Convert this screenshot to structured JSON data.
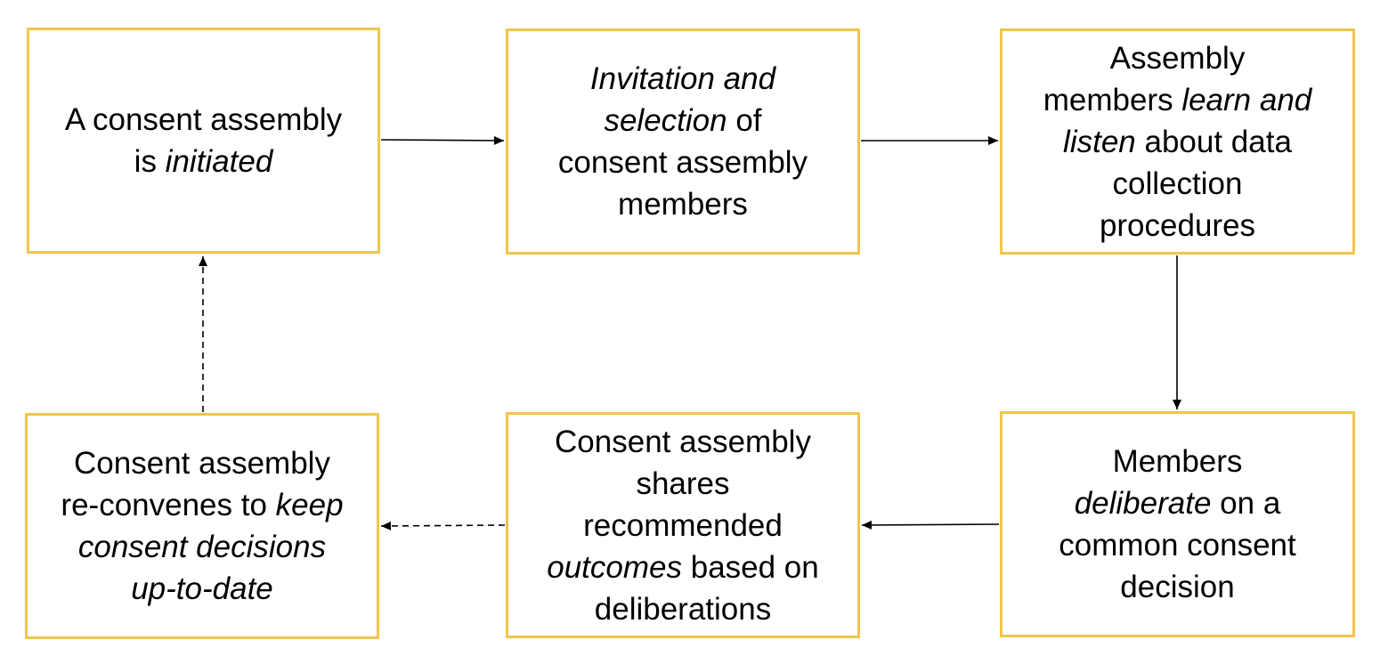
{
  "diagram": {
    "colors": {
      "box_border": "#f2c54b",
      "text": "#000000",
      "arrow": "#000000"
    },
    "boxes": [
      {
        "id": "initiated",
        "lines": [
          [
            {
              "t": "A consent assembly",
              "i": false
            }
          ],
          [
            {
              "t": "is ",
              "i": false
            },
            {
              "t": "initiated",
              "i": true
            }
          ]
        ]
      },
      {
        "id": "invitation",
        "lines": [
          [
            {
              "t": "Invitation and",
              "i": true
            }
          ],
          [
            {
              "t": "selection",
              "i": true
            },
            {
              "t": " of",
              "i": false
            }
          ],
          [
            {
              "t": "consent assembly",
              "i": false
            }
          ],
          [
            {
              "t": "members",
              "i": false
            }
          ]
        ]
      },
      {
        "id": "learn-listen",
        "lines": [
          [
            {
              "t": "Assembly",
              "i": false
            }
          ],
          [
            {
              "t": "members ",
              "i": false
            },
            {
              "t": "learn and",
              "i": true
            }
          ],
          [
            {
              "t": "listen",
              "i": true
            },
            {
              "t": " about data",
              "i": false
            }
          ],
          [
            {
              "t": "collection",
              "i": false
            }
          ],
          [
            {
              "t": "procedures",
              "i": false
            }
          ]
        ]
      },
      {
        "id": "deliberate",
        "lines": [
          [
            {
              "t": "Members",
              "i": false
            }
          ],
          [
            {
              "t": "deliberate",
              "i": true
            },
            {
              "t": " on a",
              "i": false
            }
          ],
          [
            {
              "t": "common consent",
              "i": false
            }
          ],
          [
            {
              "t": "decision",
              "i": false
            }
          ]
        ]
      },
      {
        "id": "outcomes",
        "lines": [
          [
            {
              "t": "Consent assembly",
              "i": false
            }
          ],
          [
            {
              "t": "shares",
              "i": false
            }
          ],
          [
            {
              "t": "recommended",
              "i": false
            }
          ],
          [
            {
              "t": "outcomes",
              "i": true
            },
            {
              "t": " based on",
              "i": false
            }
          ],
          [
            {
              "t": "deliberations",
              "i": false
            }
          ]
        ]
      },
      {
        "id": "reconvene",
        "lines": [
          [
            {
              "t": "Consent assembly",
              "i": false
            }
          ],
          [
            {
              "t": "re-convenes to ",
              "i": false
            },
            {
              "t": "keep",
              "i": true
            }
          ],
          [
            {
              "t": "consent decisions",
              "i": true
            }
          ],
          [
            {
              "t": "up-to-date",
              "i": true
            }
          ]
        ]
      }
    ],
    "arrows": [
      {
        "from": "initiated",
        "to": "invitation",
        "style": "solid"
      },
      {
        "from": "invitation",
        "to": "learn-listen",
        "style": "solid"
      },
      {
        "from": "learn-listen",
        "to": "deliberate",
        "style": "solid"
      },
      {
        "from": "deliberate",
        "to": "outcomes",
        "style": "solid"
      },
      {
        "from": "outcomes",
        "to": "reconvene",
        "style": "dashed"
      },
      {
        "from": "reconvene",
        "to": "initiated",
        "style": "dashed"
      }
    ]
  }
}
